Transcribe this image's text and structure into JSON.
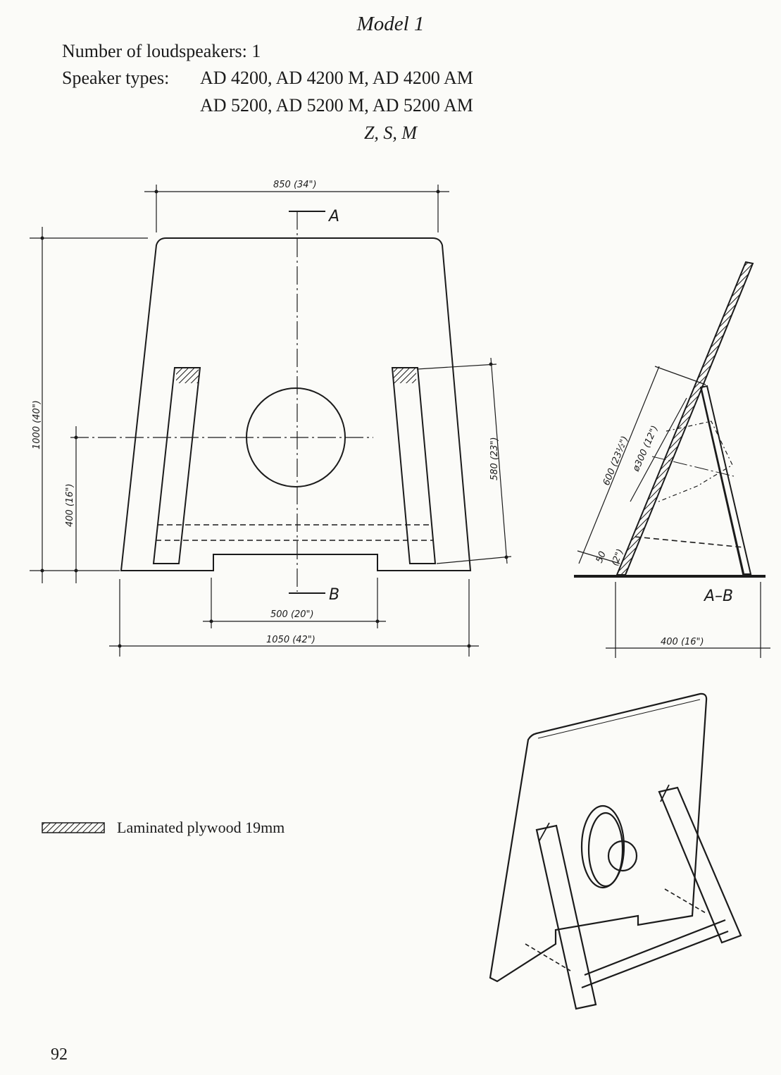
{
  "header": {
    "title": "Model 1",
    "num_speakers": "Number of loudspeakers: 1",
    "speaker_types_label": "Speaker types:",
    "speaker_types_row1": "AD 4200, AD 4200 M, AD 4200 AM",
    "speaker_types_row2": "AD 5200, AD 5200 M, AD 5200 AM",
    "speaker_types_suffix": "Z, S, M"
  },
  "front_view": {
    "dim_top": "850 (34\")",
    "dim_height": "1000 (40\")",
    "dim_leg_height": "400 (16\")",
    "dim_right": "580 (23\")",
    "dim_cutout": "500 (20\")",
    "dim_bottom": "1050 (42\")",
    "label_a": "A",
    "label_b": "B"
  },
  "section_view": {
    "dim_600": "600 (23½\")",
    "dim_diameter": "ø300 (12\")",
    "dim_50": "50",
    "dim_2": "(2\")",
    "section_label": "A–B",
    "dim_base": "400 (16\")"
  },
  "legend": {
    "label": "Laminated plywood 19mm"
  },
  "footer": {
    "page_number": "92"
  }
}
